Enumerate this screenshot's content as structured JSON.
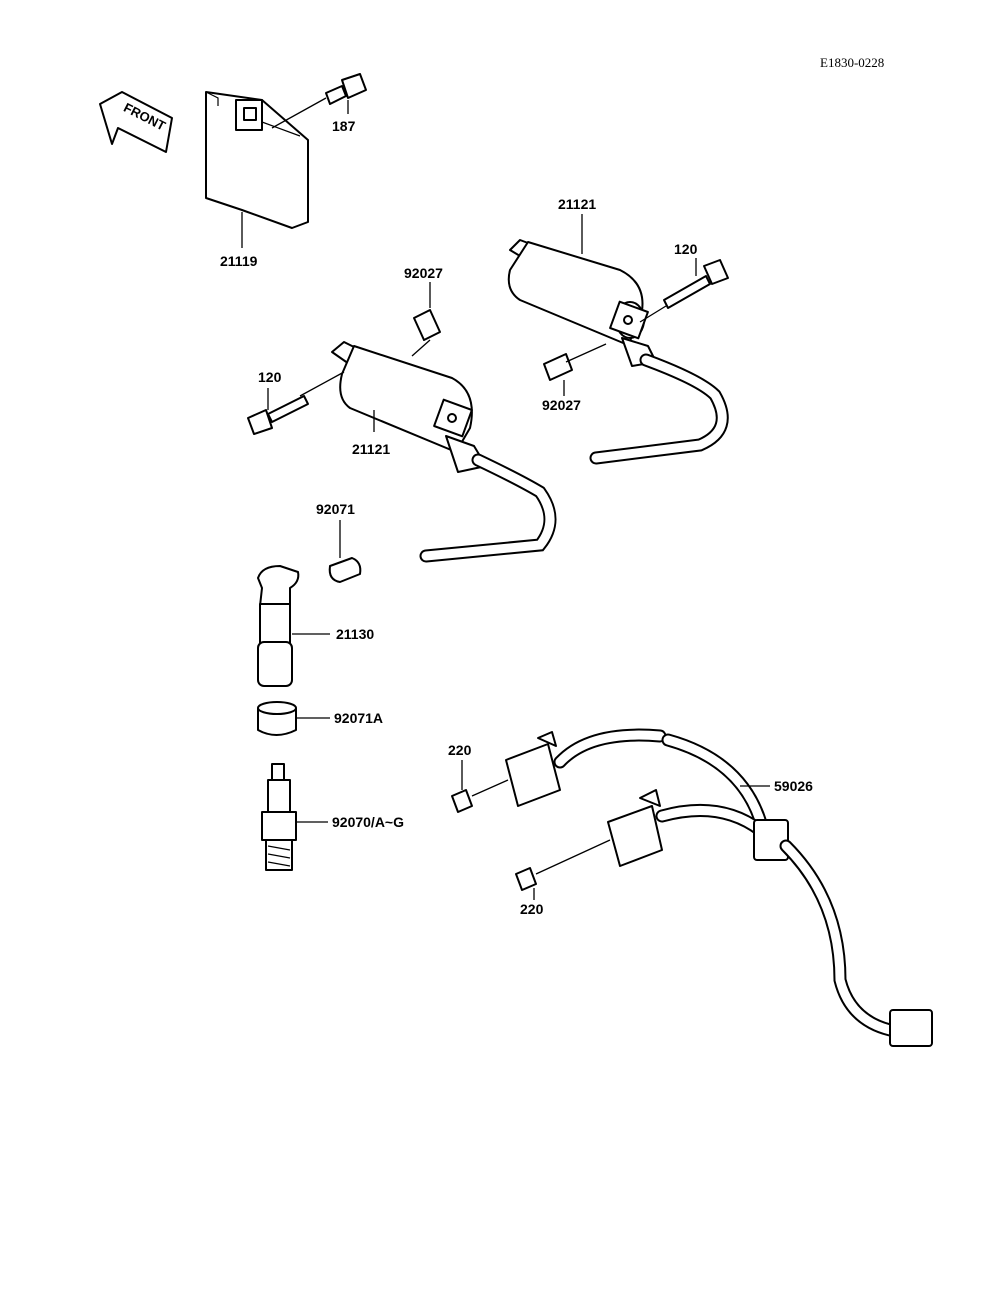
{
  "diagram_code": "E1830-0228",
  "front_arrow": {
    "label": "FRONT",
    "icon": "front-arrow-icon"
  },
  "labels": {
    "p187": "187",
    "p21119": "21119",
    "p21121_top": "21121",
    "p120_right": "120",
    "p92027_top": "92027",
    "p92027_right": "92027",
    "p120_left": "120",
    "p21121_left": "21121",
    "p92071": "92071",
    "p21130": "21130",
    "p92071A": "92071A",
    "p92070": "92070/A~G",
    "p220_top": "220",
    "p220_bottom": "220",
    "p59026": "59026"
  },
  "colors": {
    "ink": "#000000",
    "paper": "#ffffff"
  }
}
